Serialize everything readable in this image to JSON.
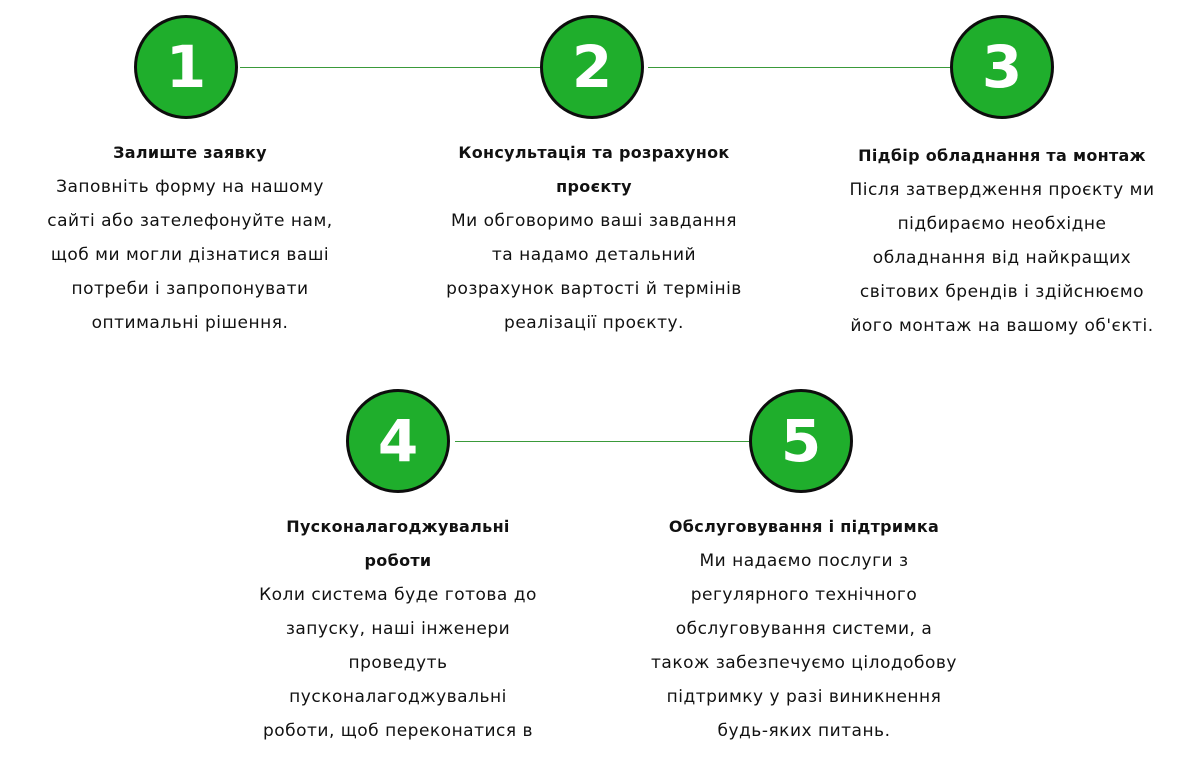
{
  "colors": {
    "accent": "#1fae2c",
    "outline": "#0d0d0d",
    "connector": "#3a9a3a"
  },
  "steps": [
    {
      "number": "1",
      "title": "Залиште заявку",
      "text": "Заповніть форму на нашому сайті або зателефонуйте нам, щоб ми могли дізнатися ваші потреби і запропонувати оптимальні рішення."
    },
    {
      "number": "2",
      "title": "Консультація та розрахунок проєкту",
      "text": "Ми обговоримо ваші завдання та надамо детальний розрахунок вартості й термінів реалізації проєкту."
    },
    {
      "number": "3",
      "title": "Підбір обладнання та монтаж",
      "text": "Після затвердження проєкту ми підбираємо необхідне обладнання від найкращих світових брендів і здійснюємо його монтаж на вашому об'єкті."
    },
    {
      "number": "4",
      "title": "Пусконалагоджувальні роботи",
      "text": "Коли система буде готова до запуску, наші інженери проведуть пусконалагоджувальні роботи, щоб переконатися в"
    },
    {
      "number": "5",
      "title": "Обслуговування і підтримка",
      "text": "Ми надаємо послуги з регулярного технічного обслуговування системи, а також забезпечуємо цілодобову підтримку у разі виникнення будь-яких питань."
    }
  ]
}
